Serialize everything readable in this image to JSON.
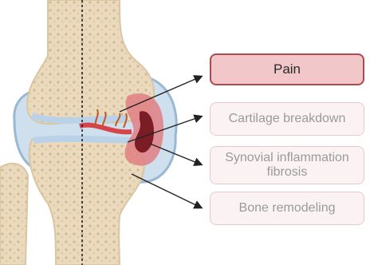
{
  "labels": {
    "pain": "Pain",
    "cartilage": "Cartilage breakdown",
    "synovial_line1": "Synovial inflammation",
    "synovial_line2": "fibrosis",
    "bone": "Bone remodeling"
  },
  "colors": {
    "bone_fill": "#e8d9bf",
    "bone_outline": "#d9c6a3",
    "synovium": "#a9c7e0",
    "inflammation": "#d8434a",
    "primary_border": "#b3474f",
    "primary_fill": "#f2c7c9",
    "muted_border": "#e8c9cb",
    "muted_fill": "#fbf3f3"
  }
}
